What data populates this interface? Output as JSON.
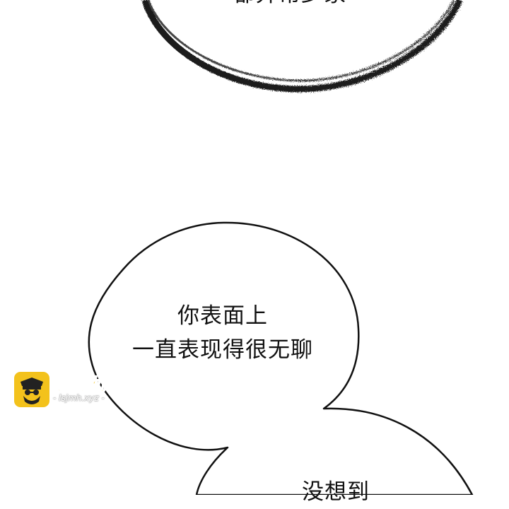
{
  "bubbles": {
    "top": {
      "text": "都弄常少家"
    },
    "main": {
      "line1": "你表面上",
      "line2": "一直表现得很无聊"
    },
    "bottom": {
      "text": "没想到"
    }
  },
  "watermark": {
    "title": "老司机",
    "url": "- lsjmh.xyz -",
    "icon": "driver-face-icon",
    "color": "#f3c21c"
  }
}
